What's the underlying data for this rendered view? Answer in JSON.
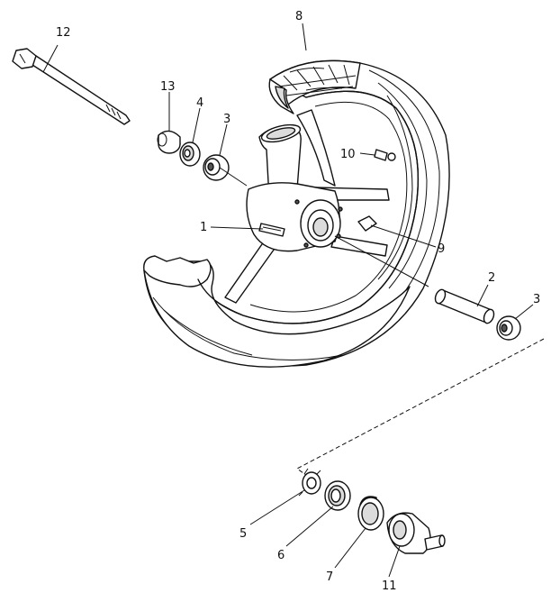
{
  "figure": {
    "stroke_color": "#111111",
    "background_color": "#ffffff",
    "callouts": {
      "c1": "1",
      "c2": "2",
      "c3a": "3",
      "c3b": "3",
      "c4": "4",
      "c5": "5",
      "c6": "6",
      "c7": "7",
      "c8": "8",
      "c9": "9",
      "c10": "10",
      "c11": "11",
      "c12": "12",
      "c13": "13"
    }
  }
}
